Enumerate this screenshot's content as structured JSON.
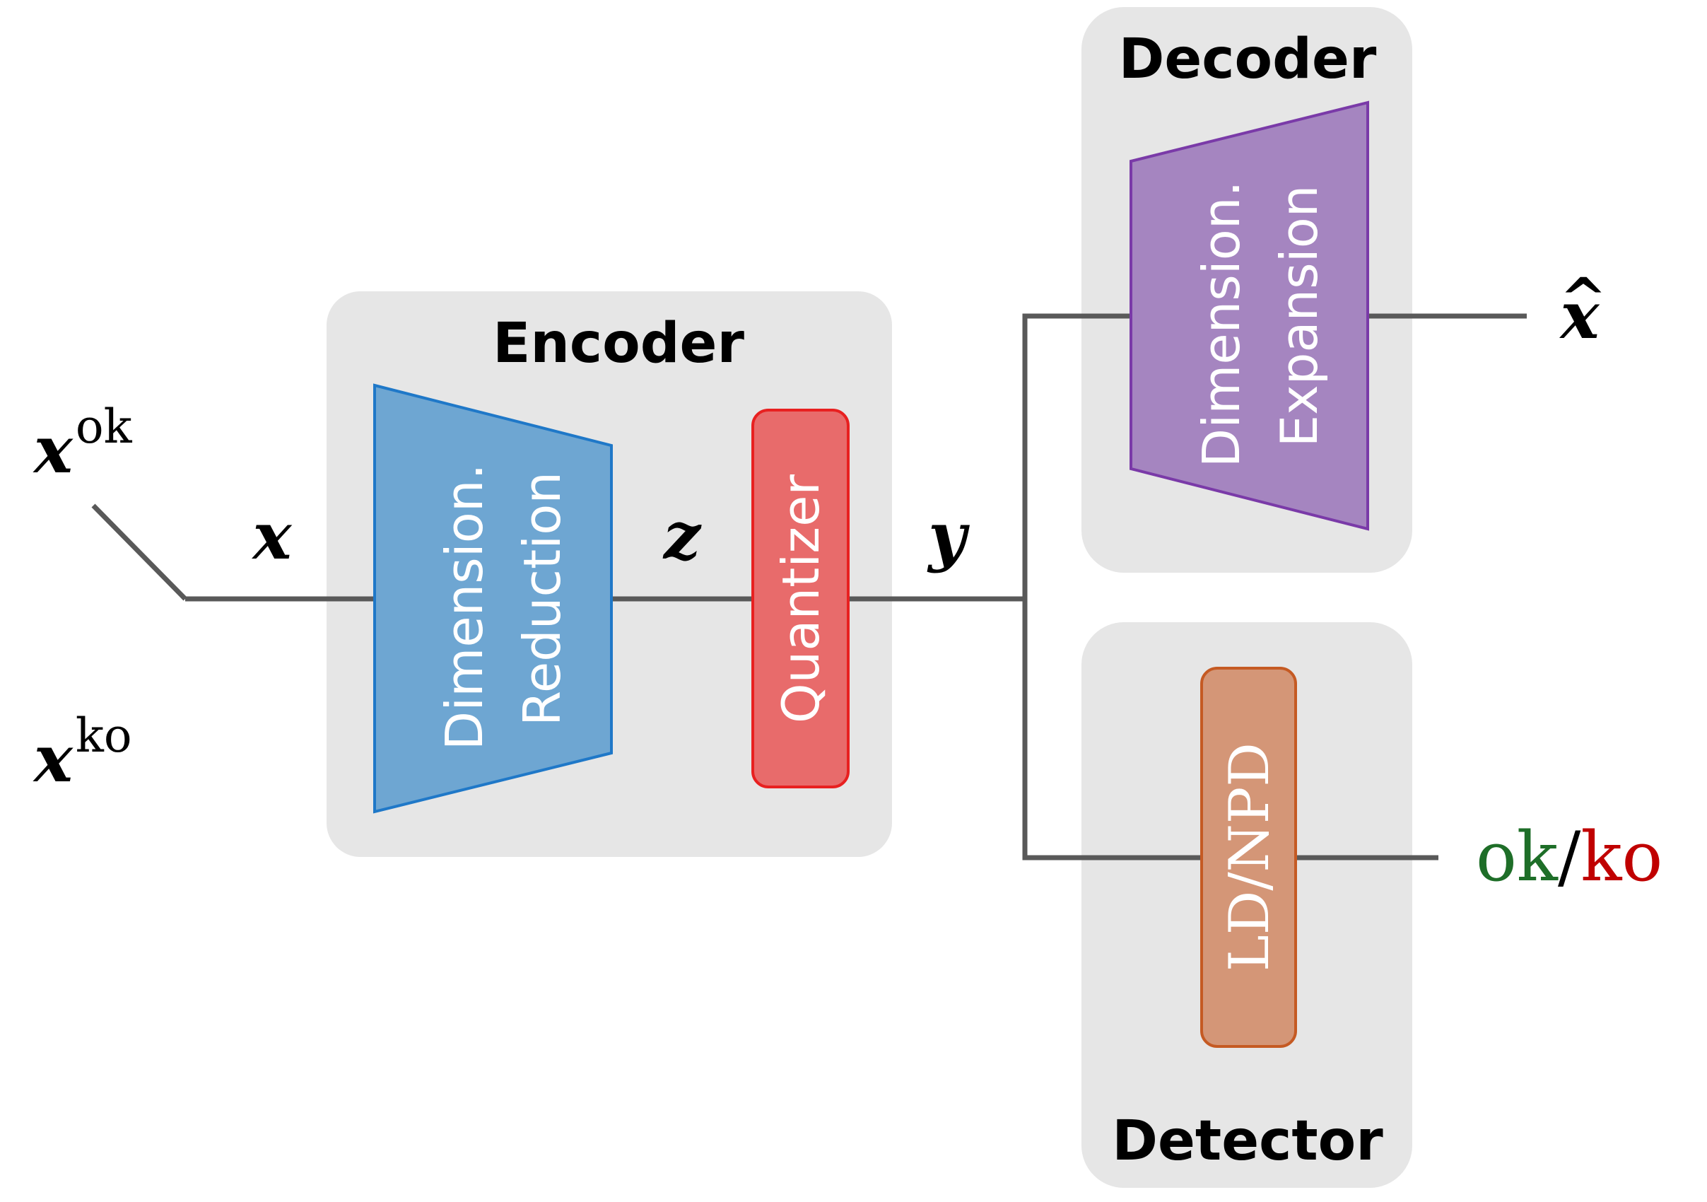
{
  "groups": {
    "encoder": "Encoder",
    "decoder": "Decoder",
    "detector": "Detector"
  },
  "blocks": {
    "dim_reduction": [
      "Dimension.",
      "Reduction"
    ],
    "quantizer": "Quantizer",
    "dim_expansion": [
      "Dimension.",
      "Expansion"
    ],
    "ld_npd": "LD/NPD"
  },
  "signals": {
    "x_ok_base": "x",
    "x_ok_sup": "ok",
    "x_ko_base": "x",
    "x_ko_sup": "ko",
    "x": "x",
    "z": "z",
    "y": "y",
    "x_hat": "x",
    "x_hat_accent": "^"
  },
  "output": {
    "ok": "ok",
    "slash": "/",
    "ko": "ko"
  },
  "colors": {
    "group_bg": "#e6e6e6",
    "wire": "#595959",
    "dim_reduction_fill": "#6ea6d2",
    "dim_reduction_stroke": "#1f78c8",
    "quantizer_fill": "#e86b6b",
    "quantizer_stroke": "#e82020",
    "dim_expansion_fill": "#a585c0",
    "dim_expansion_stroke": "#7a3aa8",
    "ld_npd_fill": "#d49677",
    "ld_npd_stroke": "#c55a23",
    "ok_color": "#1e6e28",
    "ko_color": "#c00000"
  }
}
